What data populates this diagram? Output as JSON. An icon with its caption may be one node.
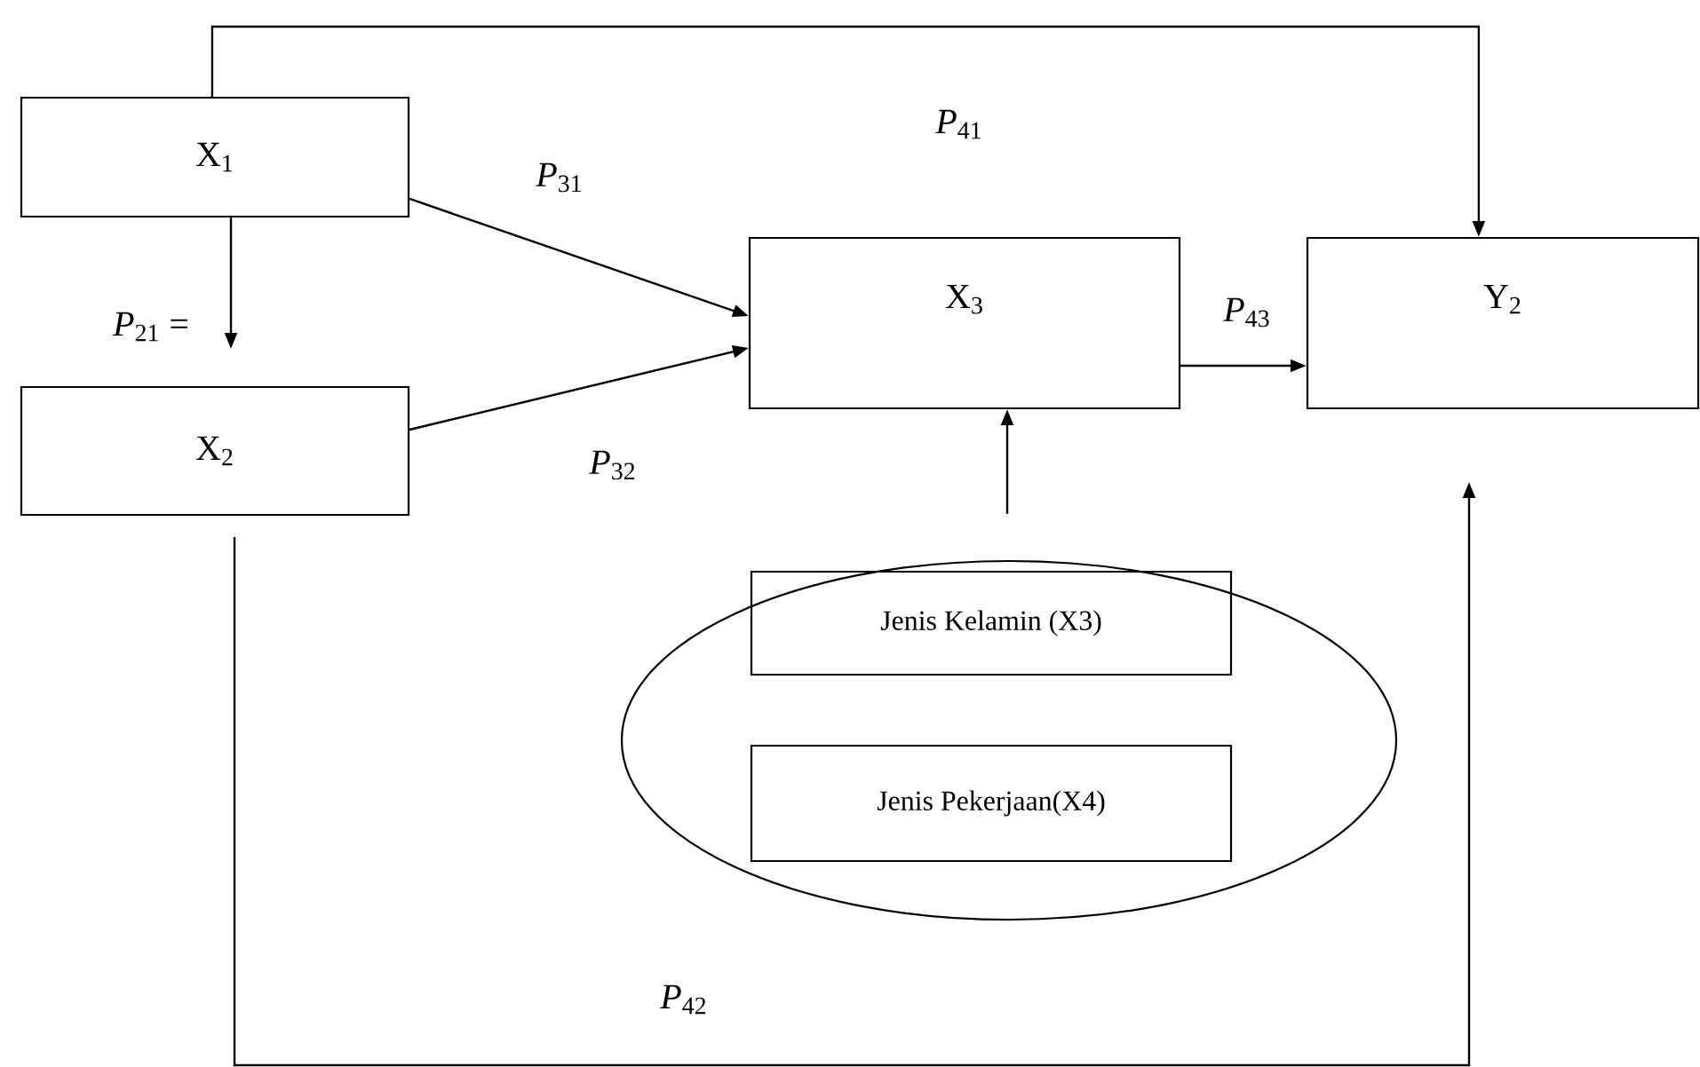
{
  "diagram": {
    "nodes": [
      {
        "text": [
          "X$_{1}$"
        ]
      },
      {
        "text": [
          "X$_{2}$"
        ]
      },
      {
        "text": [
          "X$_{3}$"
        ]
      },
      {
        "text": [
          "Y$_{2}$"
        ]
      },
      {
        "text": [],
        "shape": "ellipse"
      },
      {
        "text": [
          "Jenis Kelamin (X3)"
        ],
        "in": 4
      },
      {
        "text": [
          "Jenis Pekerjaan(X4)"
        ],
        "in": 4
      }
    ],
    "edges": [
      {
        "from": 0,
        "to": 3,
        "arrow": "to",
        "label": "*P*$_{41}$"
      },
      {
        "from": 0,
        "to": 2,
        "arrow": "to",
        "label": "*P*$_{31}$"
      },
      {
        "from": 0,
        "to": 1,
        "arrow": "to",
        "label": "*P*$_{21}$ ="
      },
      {
        "from": 1,
        "to": 2,
        "arrow": "to",
        "label": "*P*$_{32}$"
      },
      {
        "from": 2,
        "to": 3,
        "arrow": "to",
        "label": "*P*$_{43}$"
      },
      {
        "from": 4,
        "to": 2,
        "arrow": "to"
      },
      {
        "from": 1,
        "to": 3,
        "arrow": "to",
        "label": "*P*$_{42}$"
      }
    ]
  }
}
